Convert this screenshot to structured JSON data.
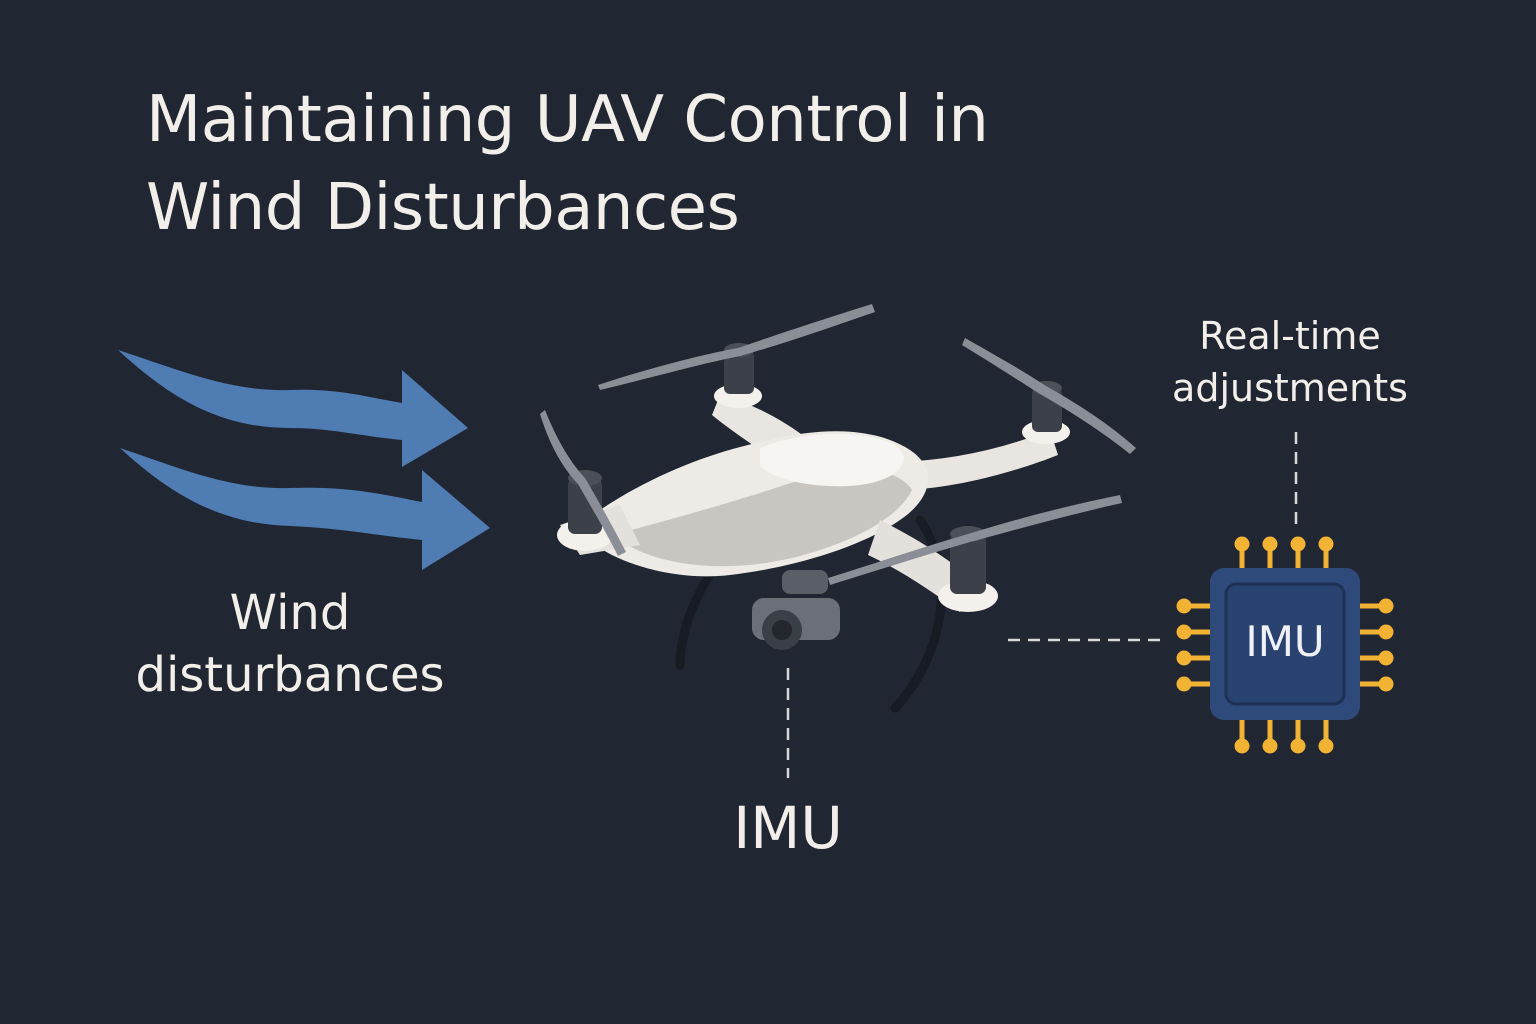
{
  "title": {
    "line1": "Maintaining UAV Control in",
    "line2": "Wind Disturbances"
  },
  "wind": {
    "line1": "Wind",
    "line2": "disturbances",
    "arrow_color": "#4e7cb3"
  },
  "adjustments": {
    "line1": "Real-time",
    "line2": "adjustments"
  },
  "imu_label": "IMU",
  "chip": {
    "label": "IMU",
    "body_color": "#2e4a7a",
    "pin_color": "#f2b233"
  },
  "drone": {
    "body_color": "#eeebe6",
    "propeller_color": "#8a8e96"
  }
}
